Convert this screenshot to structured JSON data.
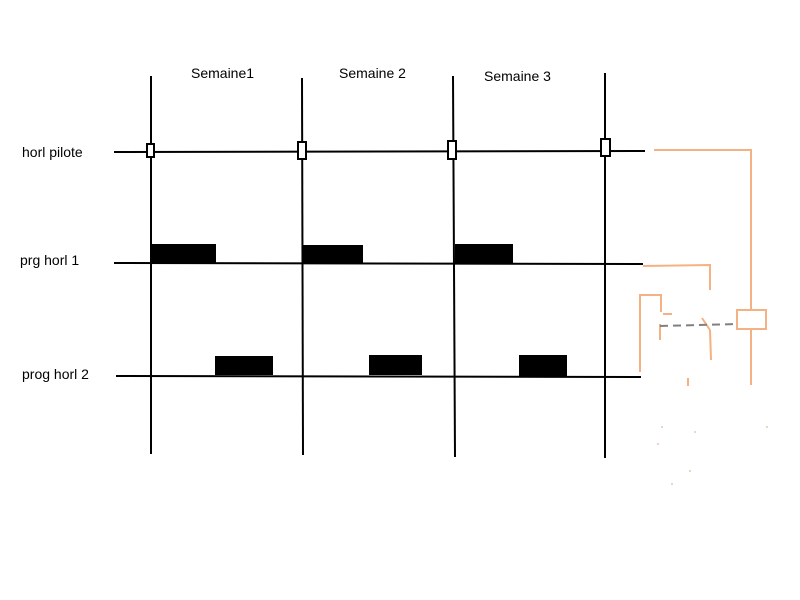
{
  "weeks": [
    "Semaine1",
    "Semaine 2",
    "Semaine 3"
  ],
  "rows": [
    "horl pilote",
    "prg horl 1",
    "prog horl 2"
  ],
  "colors": {
    "ink": "#000000",
    "wiring": "#f4b183",
    "dash": "#808080"
  }
}
